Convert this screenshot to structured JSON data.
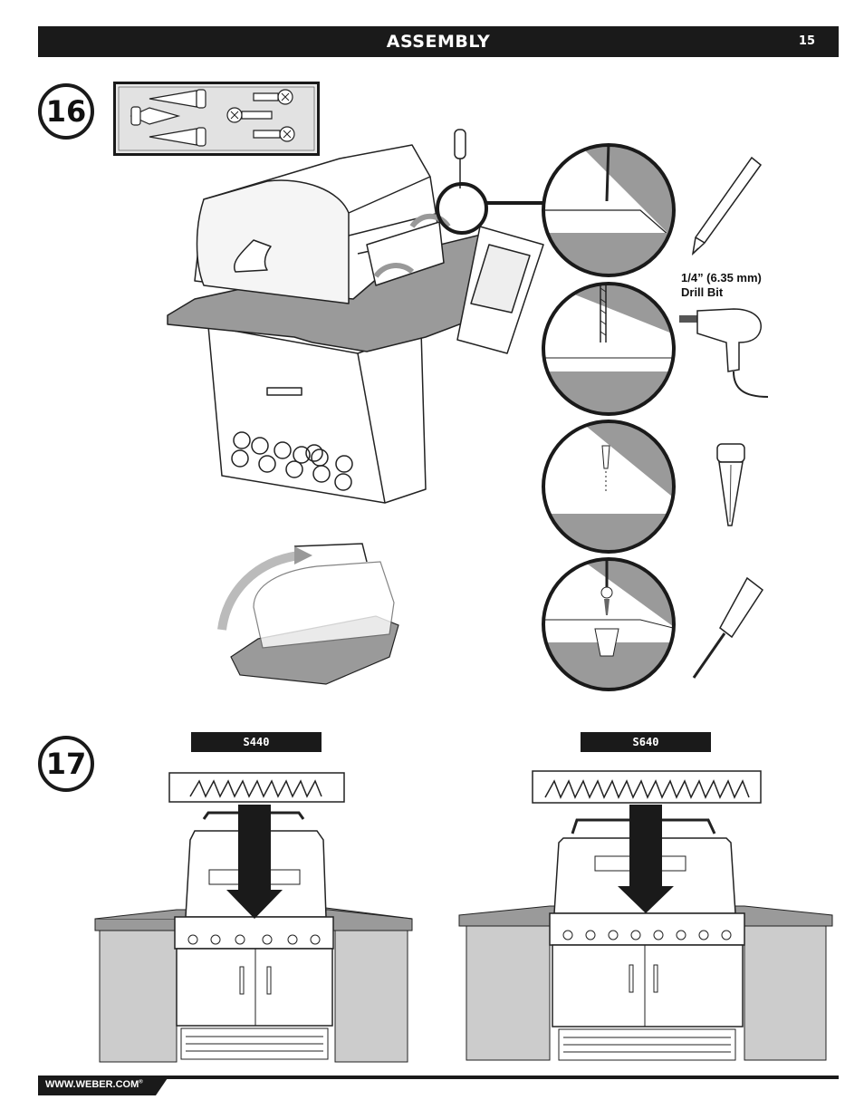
{
  "header": {
    "title": "ASSEMBLY",
    "page_number": "15"
  },
  "steps": [
    {
      "number": "16"
    },
    {
      "number": "17"
    }
  ],
  "tools": {
    "drill_bit": {
      "line1": "1/4” (6.35 mm)",
      "line2": "Drill Bit"
    }
  },
  "models": [
    {
      "label": "S440"
    },
    {
      "label": "S640"
    }
  ],
  "footer": {
    "website": "WWW.WEBER.COM",
    "trademark": "®"
  }
}
